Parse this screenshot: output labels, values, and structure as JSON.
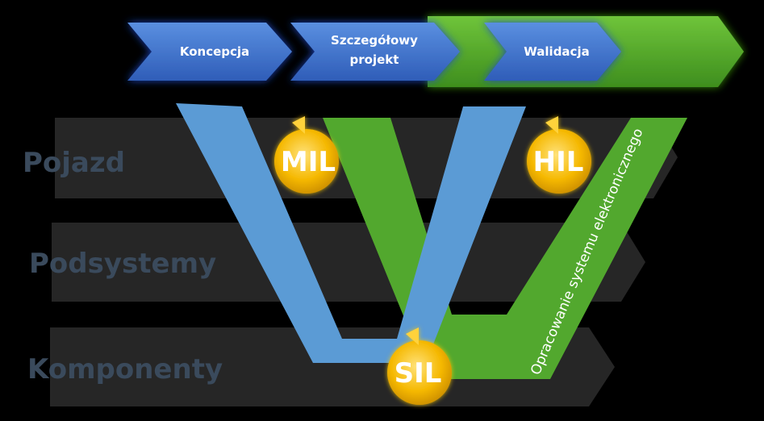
{
  "phases": [
    {
      "line1": "Koncepcja",
      "line2": ""
    },
    {
      "line1": "Szczegółowy",
      "line2": "projekt"
    },
    {
      "line1": "Walidacja",
      "line2": ""
    }
  ],
  "rows": [
    "Pojazd",
    "Podsystemy",
    "Komponenty"
  ],
  "loops": [
    "MIL",
    "HIL",
    "SIL"
  ],
  "diagonal_label": "Opracowanie systemu elektronicznego",
  "colors": {
    "blue": "#5b9bd5",
    "blue_chevron": "#3f72c5",
    "green": "#52a82e",
    "row_band": "#262626",
    "loop_gold": "#f5b800",
    "row_text": "#3a4a5c"
  }
}
